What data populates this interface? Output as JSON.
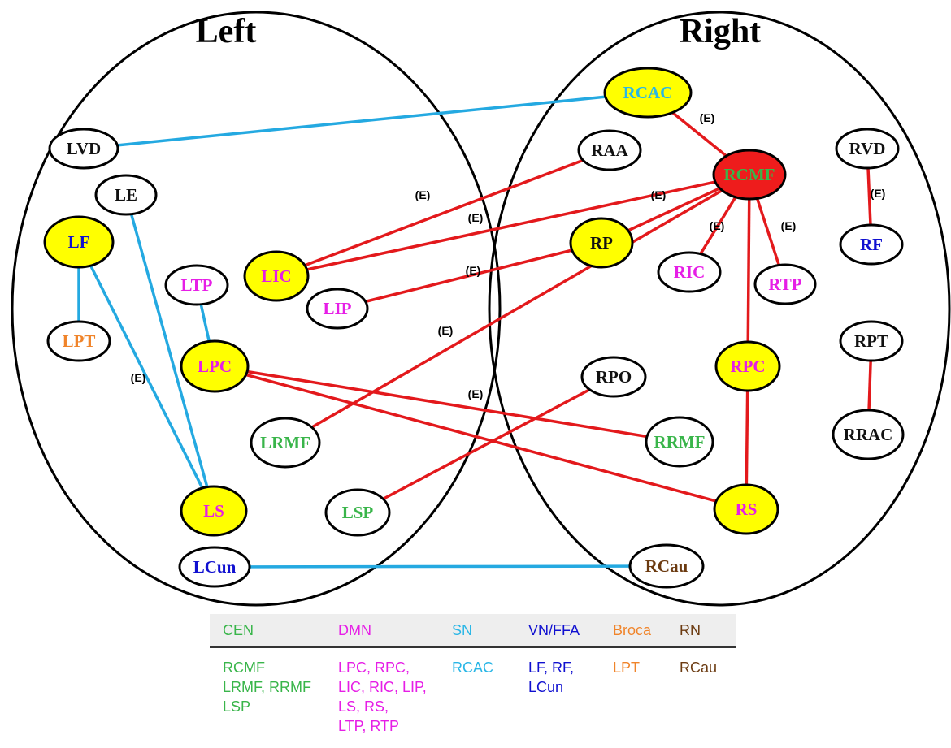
{
  "hemispheres": {
    "left": "Left",
    "right": "Right"
  },
  "colors": {
    "cen": "#39b54a",
    "dmn": "#e61ee6",
    "sn": "#29b6e6",
    "vn": "#1010d0",
    "broca": "#f0842a",
    "rn": "#6b3a10",
    "black": "#111111",
    "yellow": "#ffff00",
    "red": "#ee1c1c",
    "white": "#ffffff",
    "edge_red": "#e3191c",
    "edge_blue": "#24a9e1"
  },
  "nodes": [
    {
      "id": "RCAC",
      "label": "RCAC",
      "text": "sn",
      "fill": "yellow"
    },
    {
      "id": "LVD",
      "label": "LVD",
      "text": "black",
      "fill": "white"
    },
    {
      "id": "RAA",
      "label": "RAA",
      "text": "black",
      "fill": "white"
    },
    {
      "id": "RCMF",
      "label": "RCMF",
      "text": "cen",
      "fill": "red"
    },
    {
      "id": "RVD",
      "label": "RVD",
      "text": "black",
      "fill": "white"
    },
    {
      "id": "LE",
      "label": "LE",
      "text": "black",
      "fill": "white"
    },
    {
      "id": "LF",
      "label": "LF",
      "text": "vn",
      "fill": "yellow"
    },
    {
      "id": "RP",
      "label": "RP",
      "text": "black",
      "fill": "yellow"
    },
    {
      "id": "RF",
      "label": "RF",
      "text": "vn",
      "fill": "white"
    },
    {
      "id": "LIC",
      "label": "LIC",
      "text": "dmn",
      "fill": "yellow"
    },
    {
      "id": "LTP",
      "label": "LTP",
      "text": "dmn",
      "fill": "white"
    },
    {
      "id": "RIC",
      "label": "RIC",
      "text": "dmn",
      "fill": "white"
    },
    {
      "id": "RTP",
      "label": "RTP",
      "text": "dmn",
      "fill": "white"
    },
    {
      "id": "LIP",
      "label": "LIP",
      "text": "dmn",
      "fill": "white"
    },
    {
      "id": "LPT",
      "label": "LPT",
      "text": "broca",
      "fill": "white"
    },
    {
      "id": "RPT",
      "label": "RPT",
      "text": "black",
      "fill": "white"
    },
    {
      "id": "LPC",
      "label": "LPC",
      "text": "dmn",
      "fill": "yellow"
    },
    {
      "id": "RPC",
      "label": "RPC",
      "text": "dmn",
      "fill": "yellow"
    },
    {
      "id": "RPO",
      "label": "RPO",
      "text": "black",
      "fill": "white"
    },
    {
      "id": "LRMF",
      "label": "LRMF",
      "text": "cen",
      "fill": "white"
    },
    {
      "id": "RRMF",
      "label": "RRMF",
      "text": "cen",
      "fill": "white"
    },
    {
      "id": "RRAC",
      "label": "RRAC",
      "text": "black",
      "fill": "white"
    },
    {
      "id": "LS",
      "label": "LS",
      "text": "dmn",
      "fill": "yellow"
    },
    {
      "id": "LSP",
      "label": "LSP",
      "text": "cen",
      "fill": "white"
    },
    {
      "id": "RS",
      "label": "RS",
      "text": "dmn",
      "fill": "yellow"
    },
    {
      "id": "LCun",
      "label": "LCun",
      "text": "vn",
      "fill": "white"
    },
    {
      "id": "RCau",
      "label": "RCau",
      "text": "rn",
      "fill": "white"
    }
  ],
  "edges": [
    {
      "from": "LVD",
      "to": "RCAC",
      "color": "edge_blue",
      "label": ""
    },
    {
      "from": "LF",
      "to": "LPT",
      "color": "edge_blue",
      "label": ""
    },
    {
      "from": "LF",
      "to": "LS",
      "color": "edge_blue",
      "label": "(E)"
    },
    {
      "from": "LE",
      "to": "LS",
      "color": "edge_blue",
      "label": ""
    },
    {
      "from": "LTP",
      "to": "LPC",
      "color": "edge_blue",
      "label": ""
    },
    {
      "from": "LCun",
      "to": "RCau",
      "color": "edge_blue",
      "label": ""
    },
    {
      "from": "RCAC",
      "to": "RCMF",
      "color": "edge_red",
      "label": "(E)"
    },
    {
      "from": "LIC",
      "to": "RAA",
      "color": "edge_red",
      "label": "(E)"
    },
    {
      "from": "LIC",
      "to": "RCMF",
      "color": "edge_red",
      "label": "(E)"
    },
    {
      "from": "RP",
      "to": "RCMF",
      "color": "edge_red",
      "label": "(E)"
    },
    {
      "from": "LIP",
      "to": "RP",
      "color": "edge_red",
      "label": "(E)"
    },
    {
      "from": "LRMF",
      "to": "RCMF",
      "color": "edge_red",
      "label": "(E)"
    },
    {
      "from": "RCMF",
      "to": "RIC",
      "color": "edge_red",
      "label": "(E)"
    },
    {
      "from": "RCMF",
      "to": "RTP",
      "color": "edge_red",
      "label": "(E)"
    },
    {
      "from": "RCMF",
      "to": "RPC",
      "color": "edge_red",
      "label": ""
    },
    {
      "from": "RPC",
      "to": "RS",
      "color": "edge_red",
      "label": ""
    },
    {
      "from": "RVD",
      "to": "RF",
      "color": "edge_red",
      "label": "(E)"
    },
    {
      "from": "RPT",
      "to": "RRAC",
      "color": "edge_red",
      "label": ""
    },
    {
      "from": "LPC",
      "to": "RRMF",
      "color": "edge_red",
      "label": "(E)"
    },
    {
      "from": "LPC",
      "to": "RS",
      "color": "edge_red",
      "label": ""
    },
    {
      "from": "LSP",
      "to": "RPO",
      "color": "edge_red",
      "label": ""
    }
  ],
  "legend": {
    "columns": [
      {
        "header": "CEN",
        "color": "cen",
        "items": [
          "RCMF",
          "LRMF, RRMF",
          "LSP"
        ]
      },
      {
        "header": "DMN",
        "color": "dmn",
        "items": [
          "LPC, RPC,",
          "LIC, RIC, LIP,",
          "LS, RS,",
          "LTP, RTP"
        ]
      },
      {
        "header": "SN",
        "color": "sn",
        "items": [
          "RCAC"
        ]
      },
      {
        "header": "VN/FFA",
        "color": "vn",
        "items": [
          "LF, RF,",
          "LCun"
        ]
      },
      {
        "header": "Broca",
        "color": "broca",
        "items": [
          "LPT"
        ]
      },
      {
        "header": "RN",
        "color": "rn",
        "items": [
          "RCau"
        ]
      }
    ]
  }
}
